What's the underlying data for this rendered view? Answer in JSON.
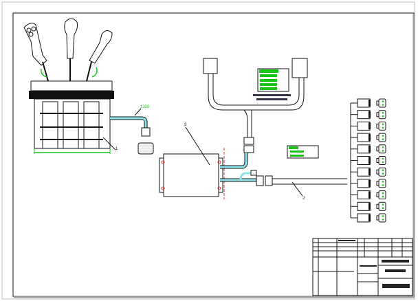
{
  "drawing": {
    "part_labels": {
      "joystick": "1",
      "module": "3",
      "harness": "2"
    },
    "cable_length": "1300",
    "colors": {
      "cable": "#8fe3ea",
      "dimension": "#19c419",
      "centerline": "#e03030",
      "line": "#111111"
    },
    "output_connector_count": 11
  }
}
